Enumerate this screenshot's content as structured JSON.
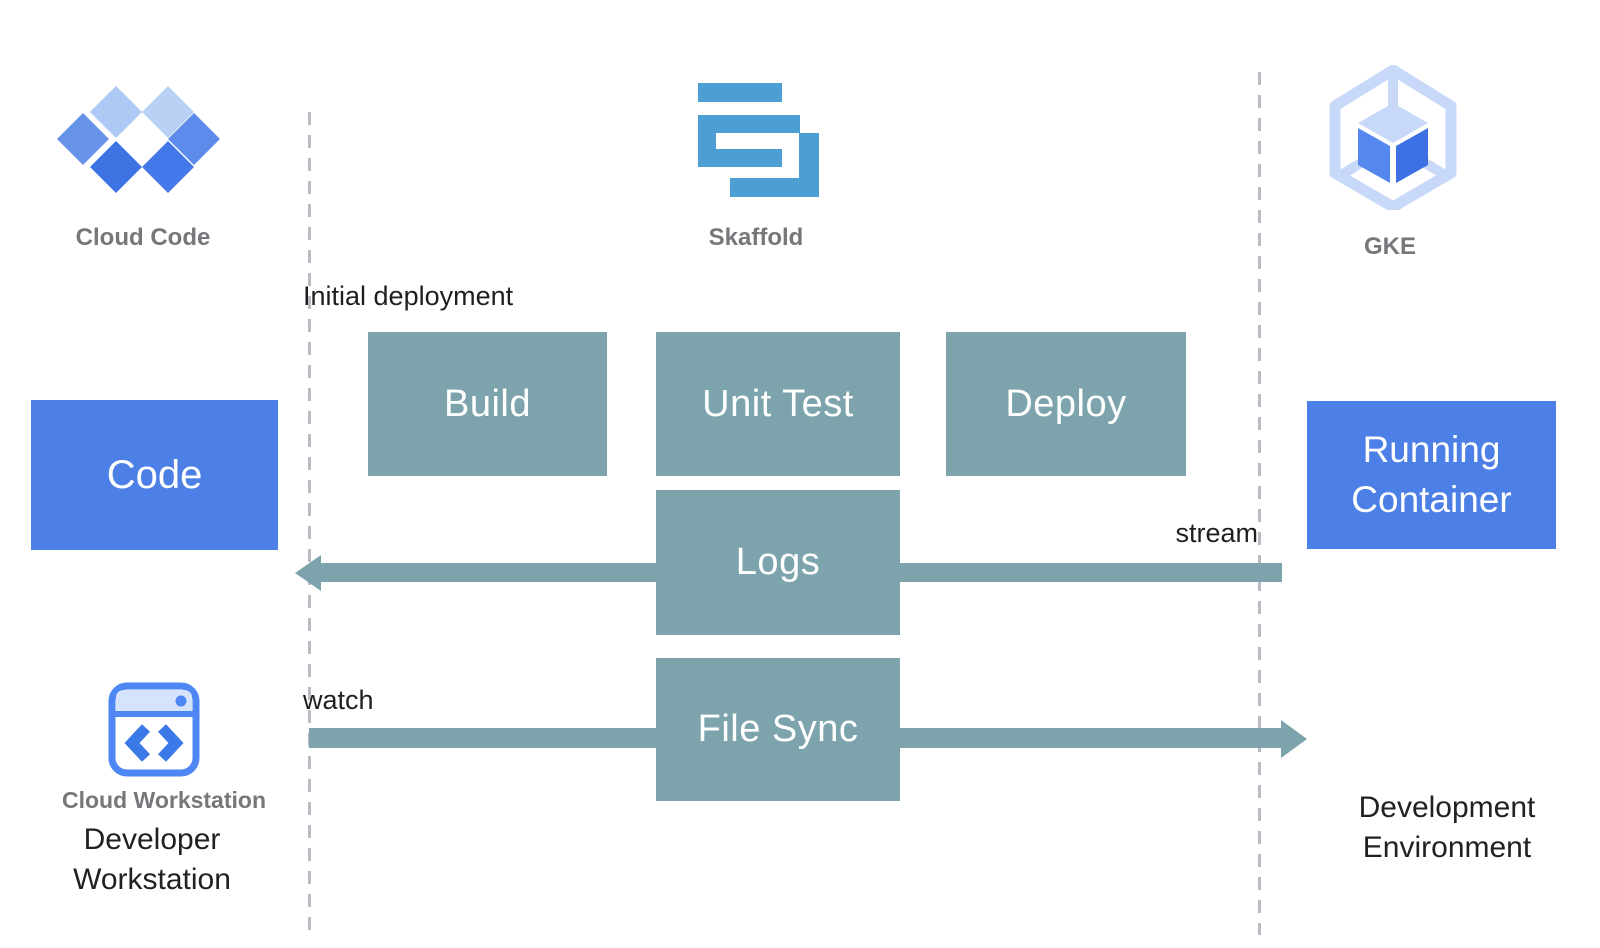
{
  "diagram": {
    "title_icons": {
      "cloud_code": {
        "label": "Cloud Code",
        "icon": "cloud-code-icon"
      },
      "skaffold": {
        "label": "Skaffold",
        "icon": "skaffold-icon"
      },
      "gke": {
        "label": "GKE",
        "icon": "gke-icon"
      }
    },
    "annotations": {
      "initial_deployment": "Initial deployment",
      "stream": "stream",
      "watch": "watch"
    },
    "pipeline": {
      "build": "Build",
      "unit_test": "Unit Test",
      "deploy": "Deploy",
      "logs": "Logs",
      "file_sync": "File Sync"
    },
    "endpoints": {
      "code": "Code",
      "running_container": "Running Container"
    },
    "workstation": {
      "icon": "cloud-workstation-icon",
      "label": "Cloud Workstation",
      "caption": "Developer Workstation"
    },
    "environment": {
      "caption": "Development Environment"
    },
    "colors": {
      "process_box": "#7da4ac",
      "endpoint_box": "#4d80e6",
      "arrow": "#7da4ac",
      "dashed_divider": "#b9bcc2",
      "icon_label_gray": "#75777a",
      "skaffold_blue": "#4d9ed2",
      "google_blue": "#4285f4",
      "text_black": "#202124"
    }
  }
}
